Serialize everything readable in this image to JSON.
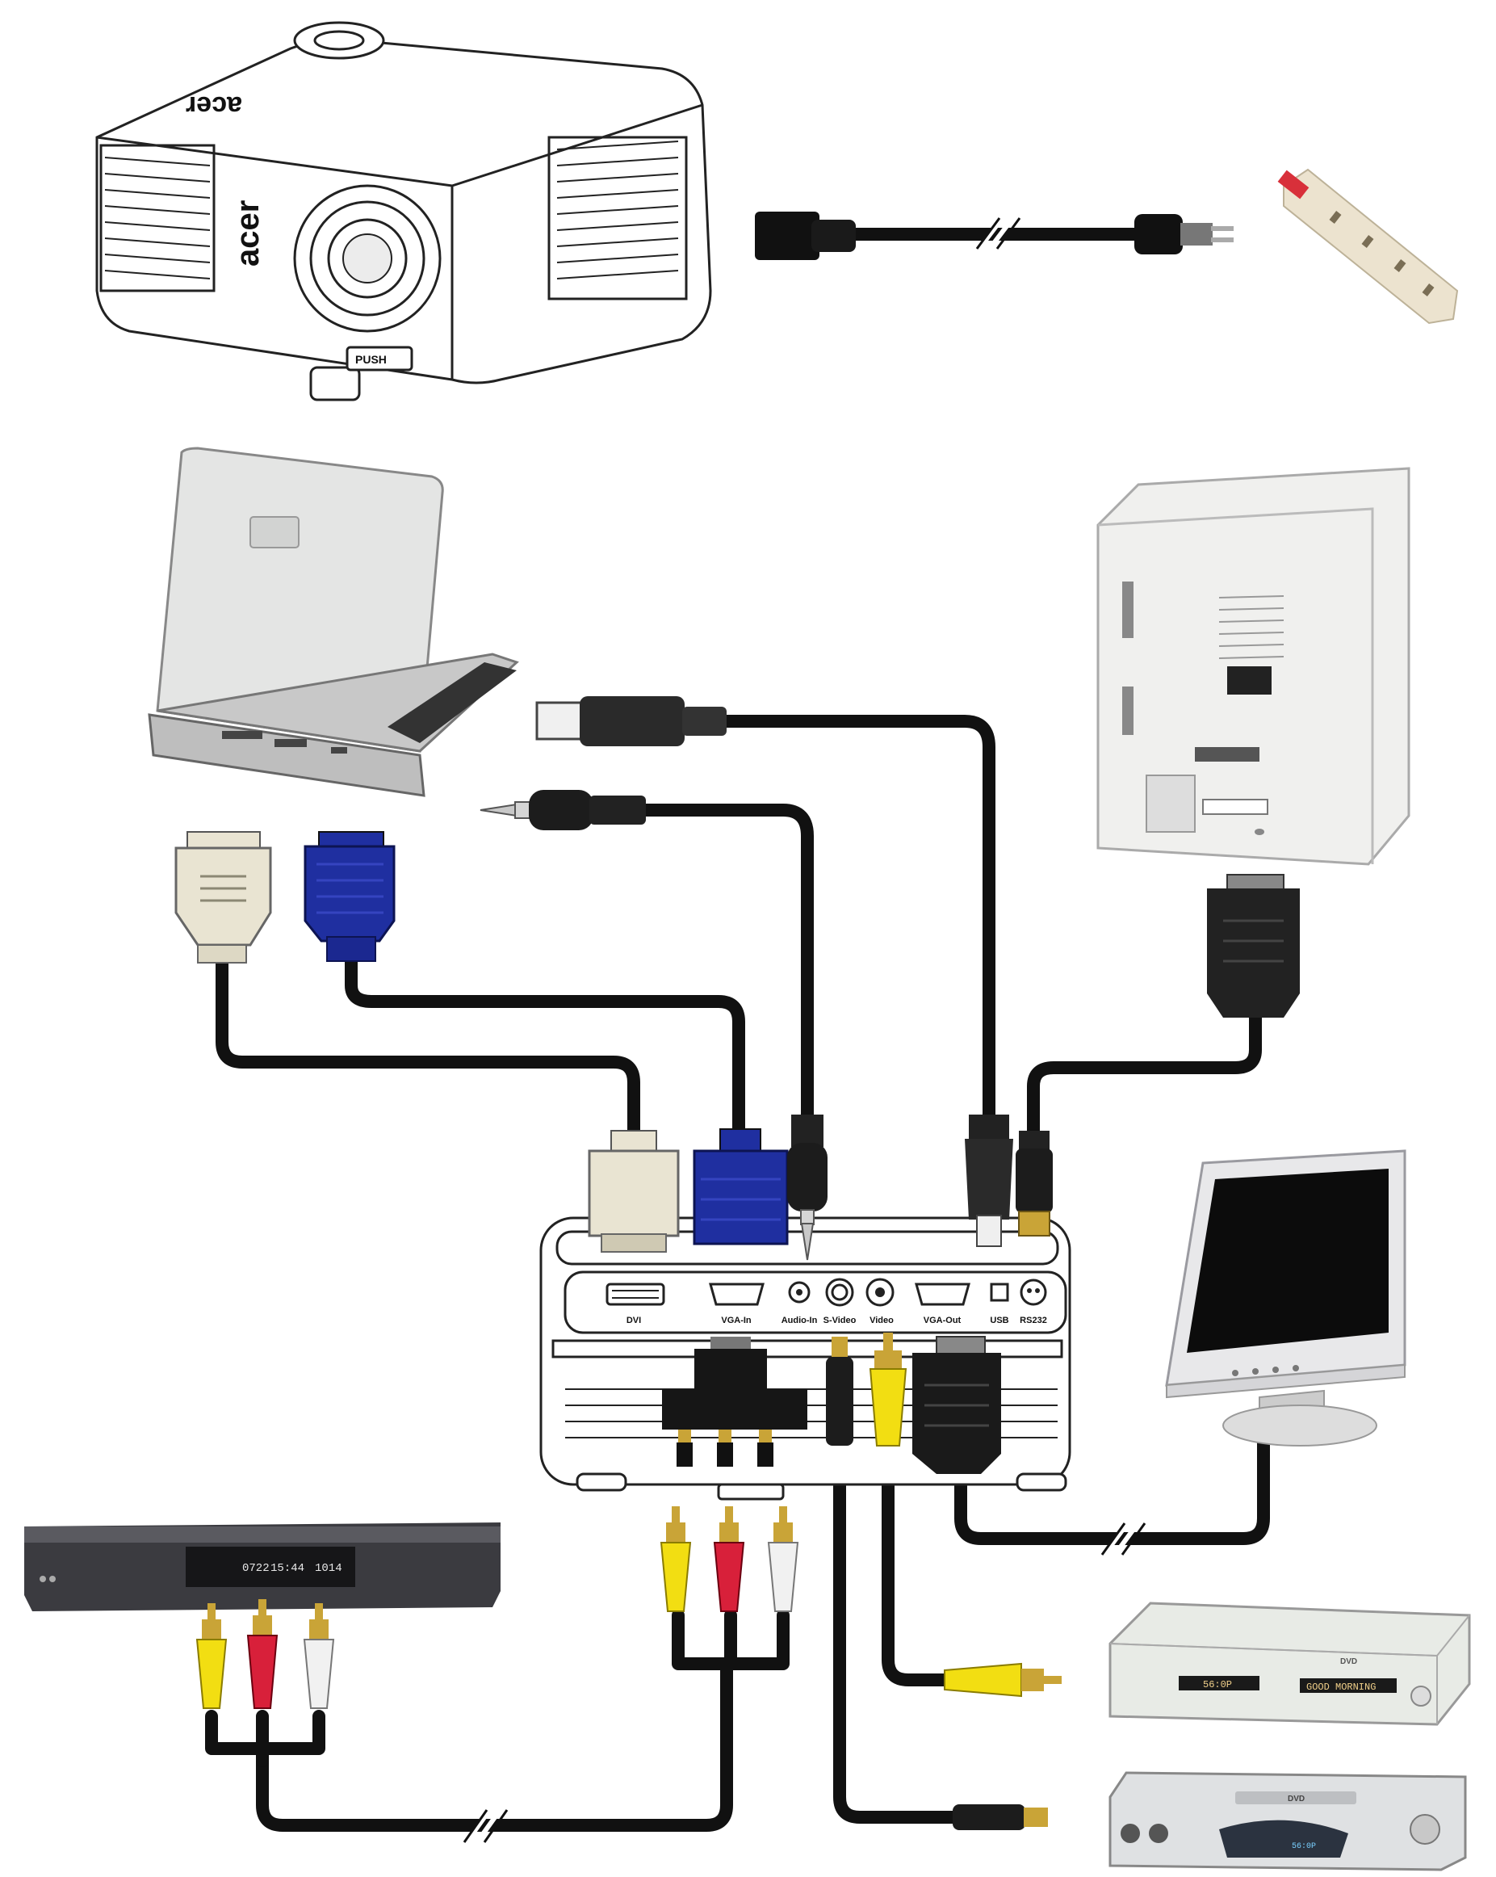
{
  "projector": {
    "brand": "acer",
    "brand_top": "acer",
    "foot_label": "PUSH"
  },
  "panel": {
    "ports": [
      {
        "label": "DVI"
      },
      {
        "label": "VGA-In"
      },
      {
        "label": "Audio-In"
      },
      {
        "label": "S-Video"
      },
      {
        "label": "Video"
      },
      {
        "label": "VGA-Out"
      },
      {
        "label": "USB"
      },
      {
        "label": "RS232"
      }
    ]
  },
  "vcr": {
    "display_values": [
      "0722",
      "15:44",
      "1014"
    ]
  },
  "dvd_player_1": {
    "logo": "DVD",
    "time": "56:0P",
    "title": "GOOD MORNING"
  },
  "dvd_player_2": {
    "logo": "DVD",
    "time": "56:0P"
  },
  "colors": {
    "cable": "#111111",
    "vga_blue": "#1f2fa0",
    "dvi_beige": "#e9e4d2",
    "rca_yellow": "#f2de12",
    "rca_red": "#d8203a",
    "rca_white": "#f1f1f1",
    "monitor_screen": "#0c0c0c"
  }
}
